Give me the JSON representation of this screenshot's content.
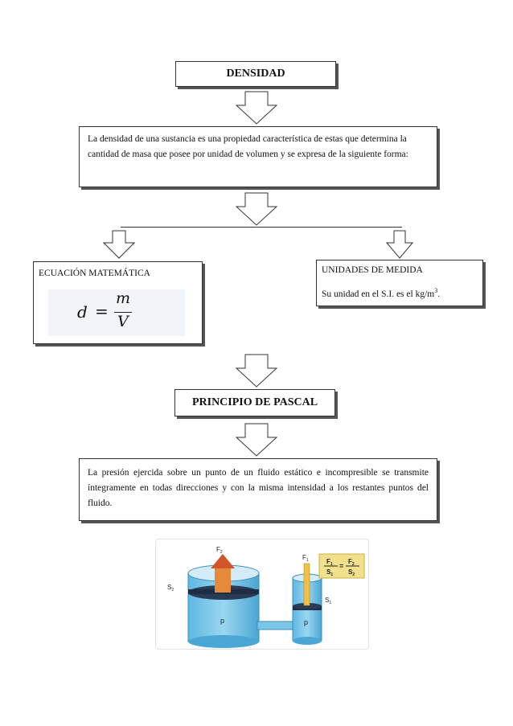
{
  "density": {
    "title": "DENSIDAD",
    "description": "La densidad de una sustancia es una propiedad característica de estas que determina la cantidad de masa que posee por unidad de volumen y se expresa de la siguiente forma:"
  },
  "equation": {
    "label": "ECUACIÓN MATEMÁTICA",
    "lhs": "d",
    "equals": "=",
    "numerator": "m",
    "denominator": "V"
  },
  "units": {
    "label": "UNIDADES DE MEDIDA",
    "text": "Su unidad en el S.I. es el kg/m",
    "exponent": "3",
    "end": "."
  },
  "pascal": {
    "title": "PRINCIPIO DE PASCAL",
    "description": "La presión ejercida sobre un punto de un fluido estático e incompresible se transmite íntegramente en todas direcciones y con la misma intensidad a los restantes puntos del fluido."
  },
  "illustration": {
    "f2": "F",
    "f2_sub": "2",
    "f1": "F",
    "f1_sub": "1",
    "s2": "S",
    "s2_sub": "2",
    "s1": "S",
    "s1_sub": "1",
    "p_left": "p",
    "p_right": "p",
    "formula_f1": "F",
    "formula_f1_sub": "1",
    "formula_s1": "S",
    "formula_s1_sub": "1",
    "formula_eq": "=",
    "formula_f2": "F",
    "formula_f2_sub": "2",
    "formula_s2": "S",
    "formula_s2_sub": "2"
  }
}
